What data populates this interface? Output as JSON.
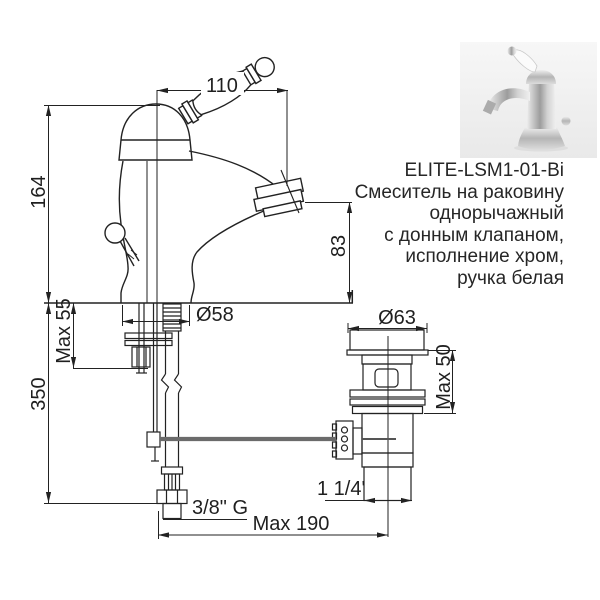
{
  "product": {
    "code": "ELITE-LSM1-01-Bi",
    "description": [
      "Смеситель на раковину",
      "однорычажный",
      "с донным клапаном,",
      "исполнение хром,",
      "ручка белая"
    ]
  },
  "dimensions": {
    "spout_reach": "110",
    "body_height": "164",
    "spout_height": "83",
    "deck_thickness_max": "Max 55",
    "hose_length": "350",
    "base_diameter": "Ø58",
    "waste_flange_diameter": "Ø63",
    "waste_deck_max": "Max 50",
    "waste_outlet_thread": "1 1/4'",
    "hose_thread": "3/8\" G",
    "axis_distance_max": "Max 190"
  },
  "colors": {
    "drawing_line": "#222222",
    "label_text": "#1f1f1f",
    "rod_gray": "#6b6b6b",
    "photo_background": "#f1f1f1",
    "page_background": "#ffffff"
  }
}
